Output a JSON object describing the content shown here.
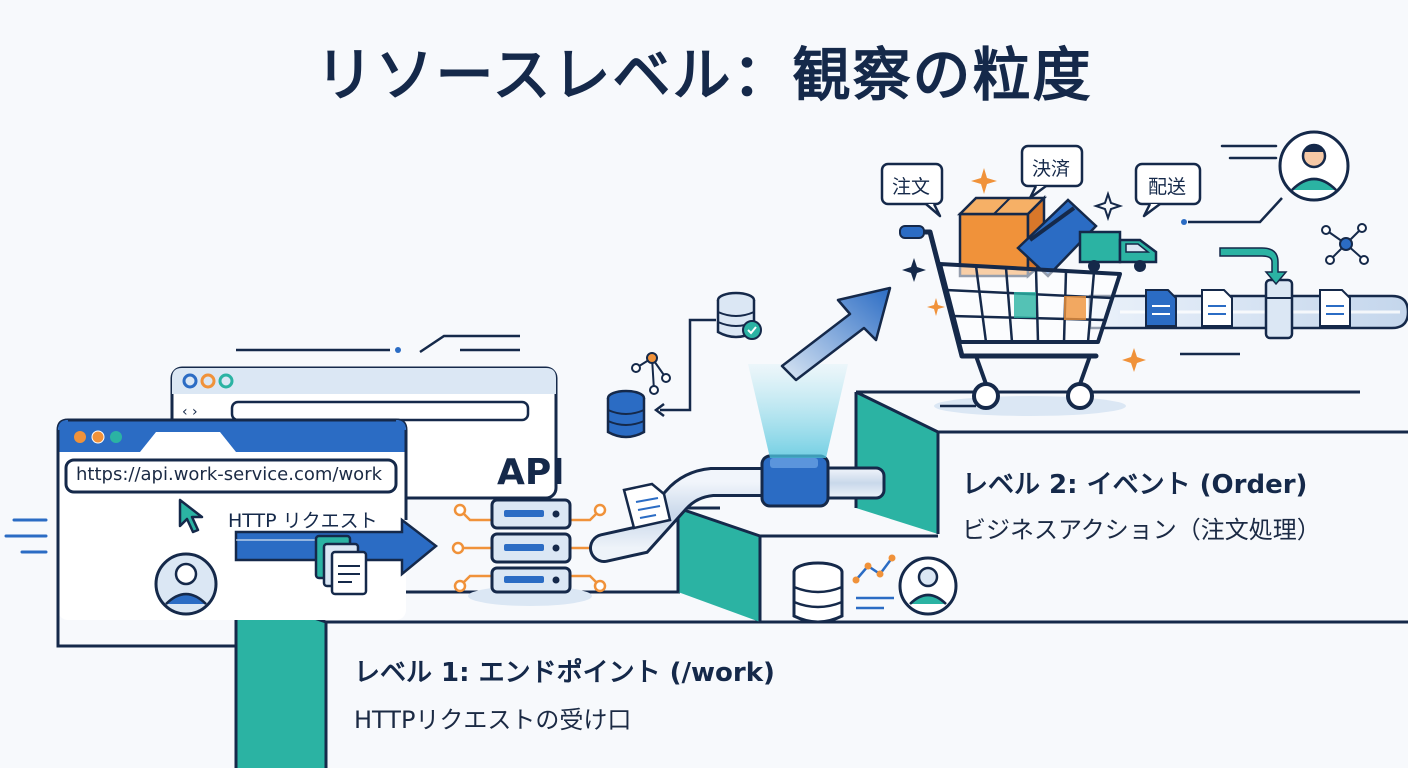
{
  "title": "リソースレベル：観察の粒度",
  "browser": {
    "url": "https://api.work-service.com/work"
  },
  "request_label": "HTTP リクエスト",
  "api_label": "API",
  "bubbles": {
    "order": "注文",
    "payment": "決済",
    "shipping": "配送"
  },
  "levels": [
    {
      "title": "レベル 1: エンドポイント (/work)",
      "desc": "HTTPリクエストの受け口"
    },
    {
      "title": "レベル 2: イベント (Order)",
      "desc": "ビジネスアクション（注文処理）"
    }
  ],
  "colors": {
    "navy": "#15294a",
    "blue": "#2b6cc4",
    "teal": "#2bb3a3",
    "orange": "#f0923a",
    "light_blue": "#dbe7f4"
  }
}
